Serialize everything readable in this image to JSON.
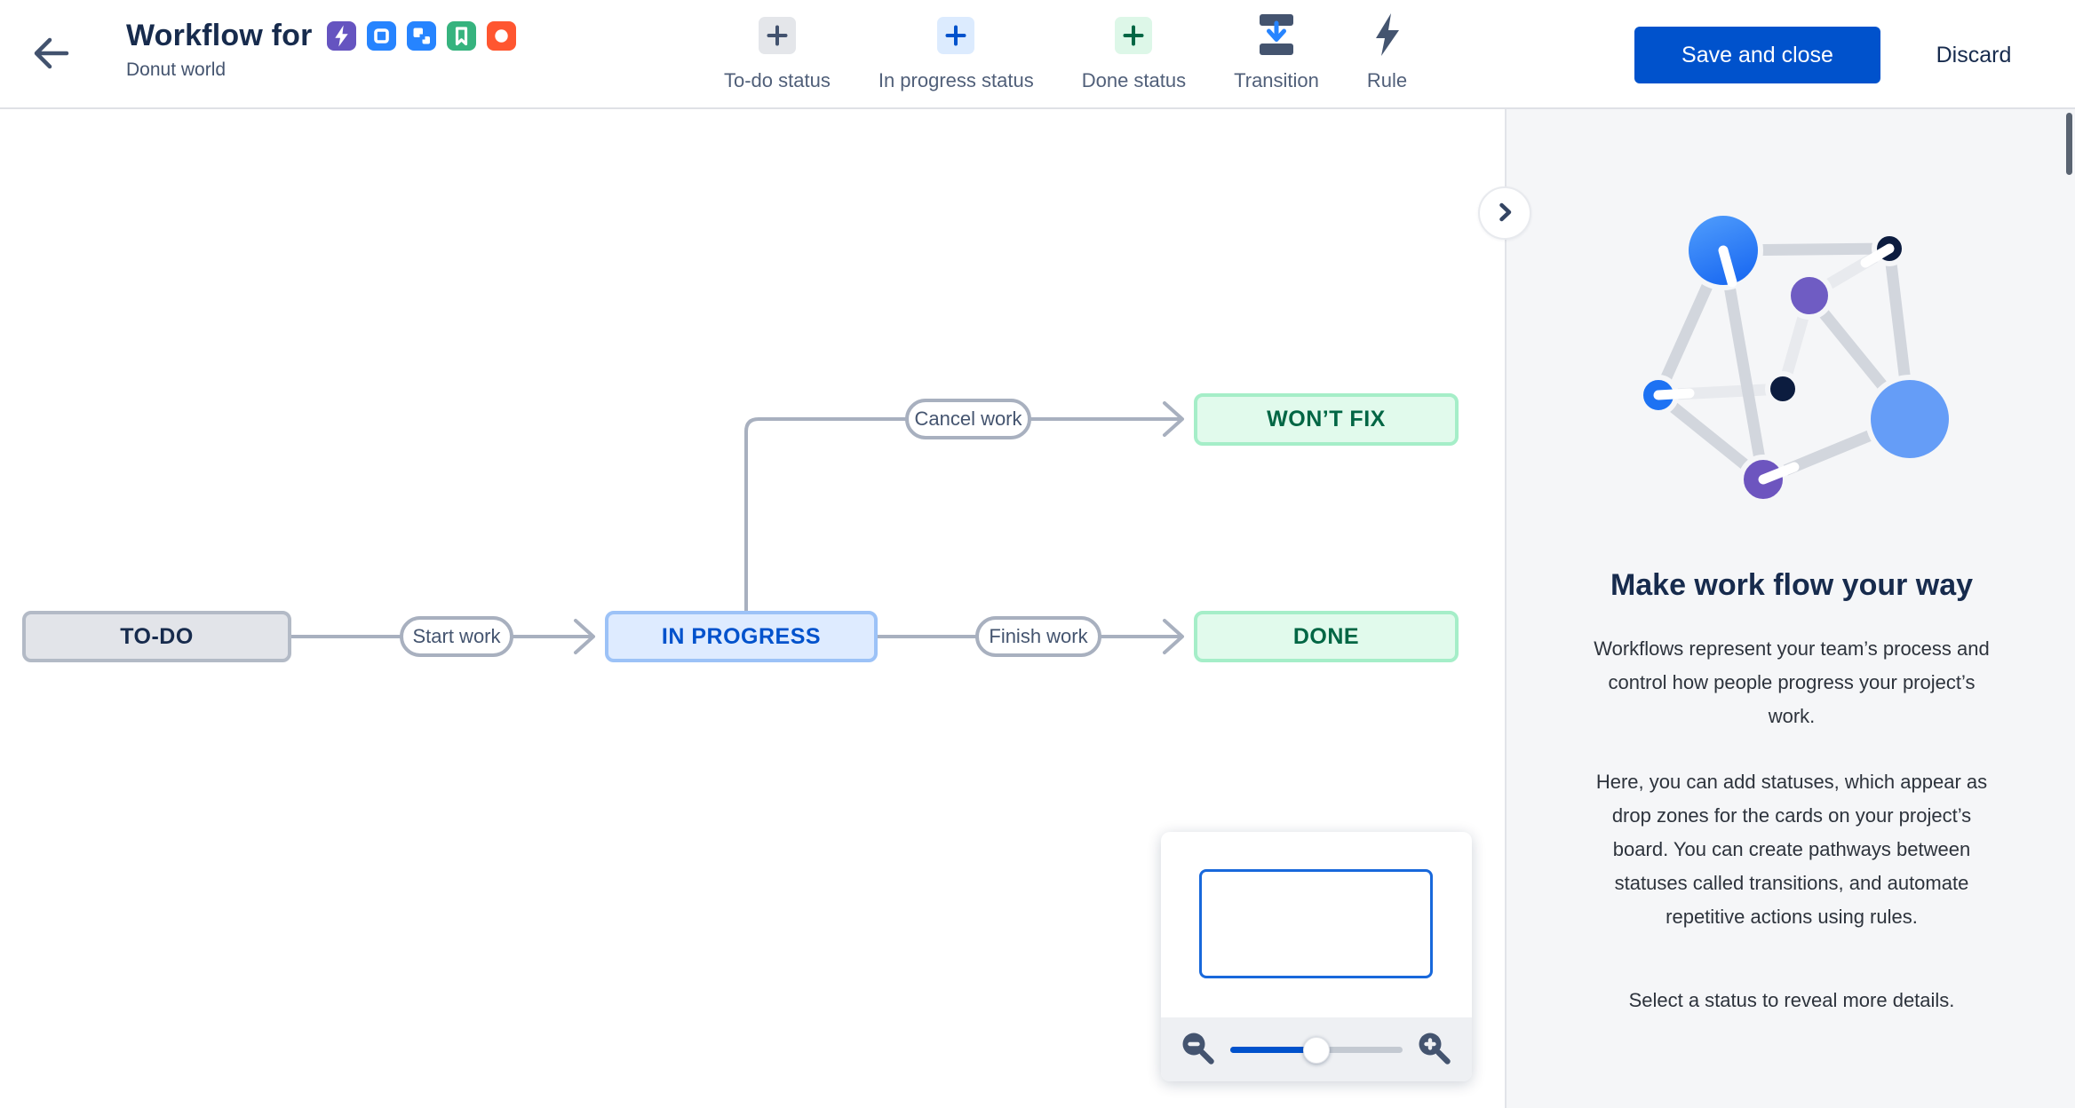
{
  "header": {
    "title": "Workflow for",
    "subtitle": "Donut world",
    "issue_type_icons": [
      {
        "name": "bolt-icon",
        "color": "#6554C0"
      },
      {
        "name": "task-square-icon",
        "color": "#2684FF"
      },
      {
        "name": "subtasks-icon",
        "color": "#2684FF"
      },
      {
        "name": "story-bookmark-icon",
        "color": "#36B37E"
      },
      {
        "name": "epic-circle-icon",
        "color": "#FF5630"
      }
    ],
    "save_button": "Save and close",
    "discard_button": "Discard"
  },
  "toolbar": {
    "items": [
      {
        "label": "To-do status",
        "icon": "plus-icon",
        "chip_bg": "#E4E6EA",
        "chip_fg": "#42526E"
      },
      {
        "label": "In progress status",
        "icon": "plus-icon",
        "chip_bg": "#DCEBFE",
        "chip_fg": "#0052CC"
      },
      {
        "label": "Done status",
        "icon": "plus-icon",
        "chip_bg": "#DDF7E8",
        "chip_fg": "#006644"
      },
      {
        "label": "Transition",
        "icon": "transition-icon"
      },
      {
        "label": "Rule",
        "icon": "rule-lightning-icon"
      }
    ]
  },
  "diagram": {
    "statuses": [
      {
        "id": "todo",
        "label": "TO-DO",
        "bg": "#E2E4E9",
        "border": "#B3BAC6",
        "text": "#172B4D"
      },
      {
        "id": "in-progress",
        "label": "IN PROGRESS",
        "bg": "#DEEBFF",
        "border": "#9CC2F7",
        "text": "#0052CC"
      },
      {
        "id": "done",
        "label": "DONE",
        "bg": "#E1FAEC",
        "border": "#A5EEC8",
        "text": "#006644"
      },
      {
        "id": "wont-fix",
        "label": "WON’T FIX",
        "bg": "#E1FAEC",
        "border": "#A5EEC8",
        "text": "#006644"
      }
    ],
    "transitions": [
      {
        "label": "Start work"
      },
      {
        "label": "Finish work"
      },
      {
        "label": "Cancel work"
      }
    ],
    "edge_color": "#A8B0BF"
  },
  "minimap": {
    "slider_position": 0.5
  },
  "sidebar": {
    "heading": "Make work flow your way",
    "paragraphs": [
      "Workflows represent your team’s process and control how people progress your project’s work.",
      "Here, you can add statuses, which appear as drop zones for the cards on your project’s board. You can create pathways between statuses called transitions, and automate repetitive actions using rules.",
      "Select a status to reveal more details."
    ]
  },
  "colors": {
    "primary": "#0052CC",
    "header_text": "#172B4D",
    "toolbar_label": "#505F79"
  }
}
